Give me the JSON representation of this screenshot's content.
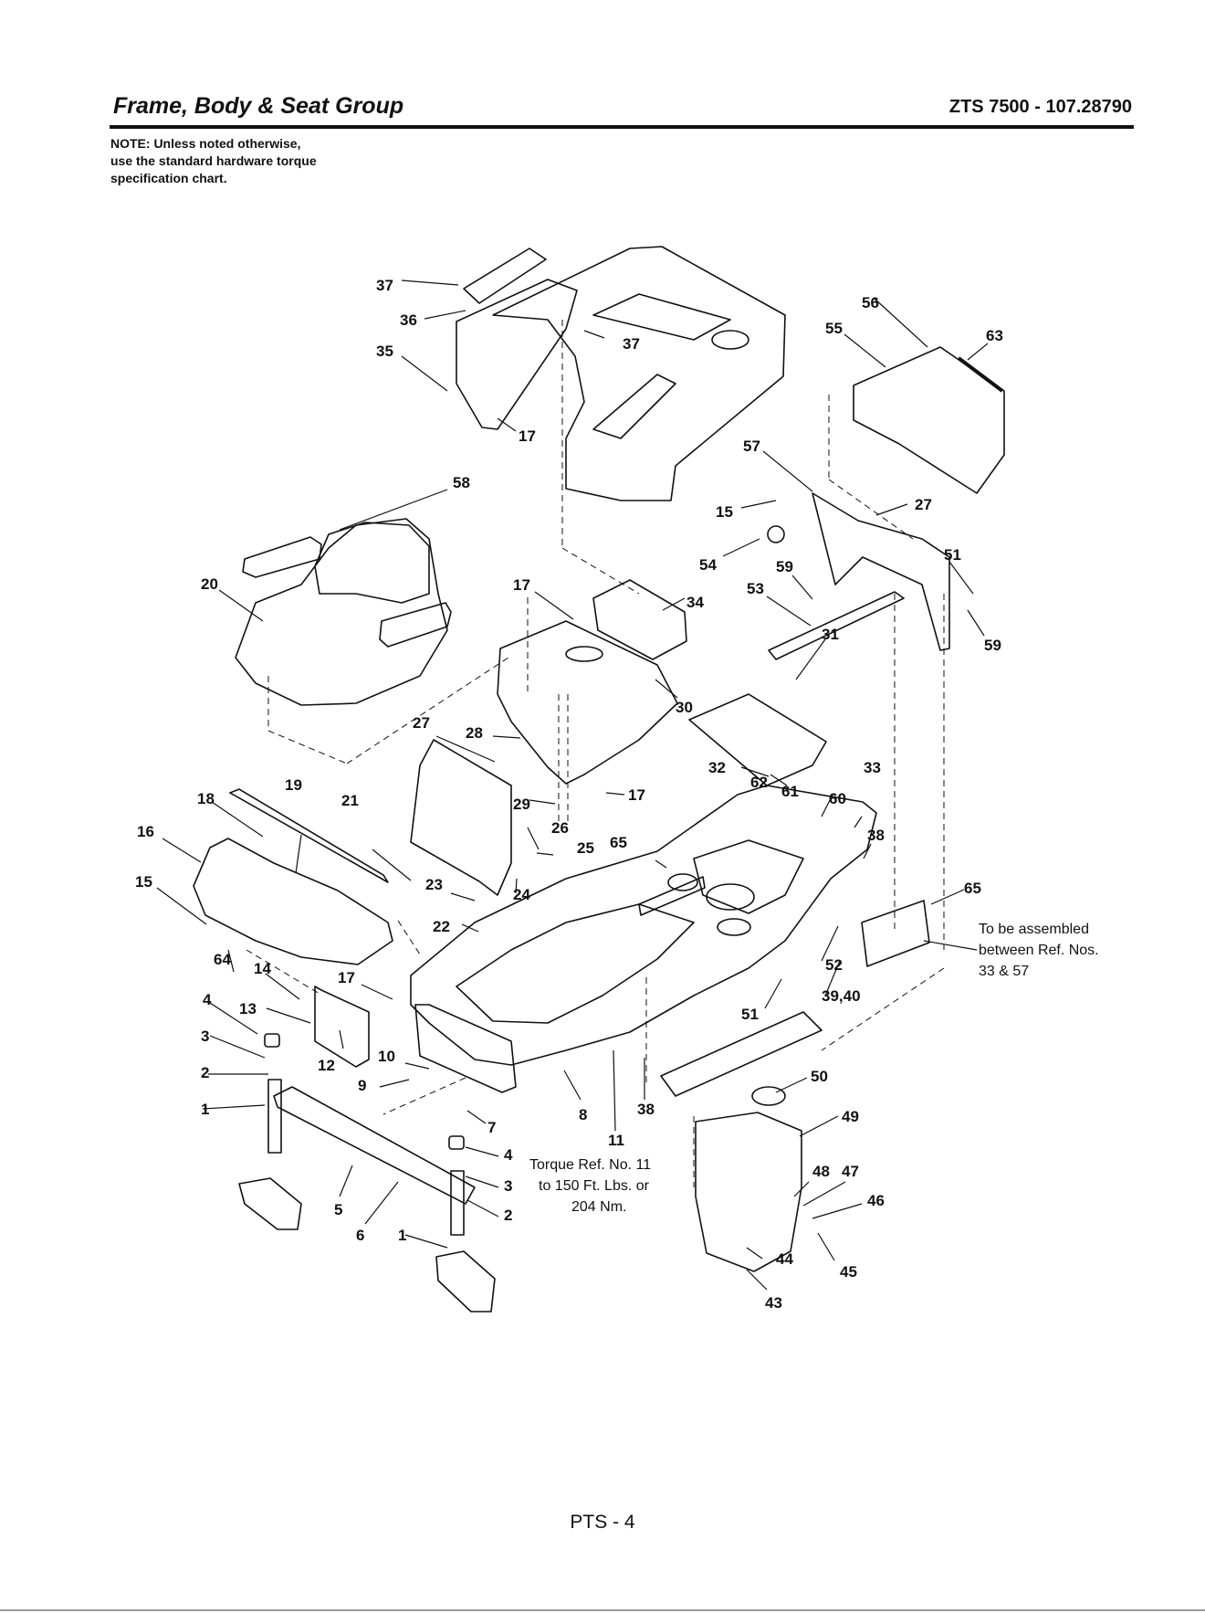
{
  "header": {
    "title": "Frame, Body & Seat Group",
    "model": "ZTS 7500 - 107.28790"
  },
  "note": {
    "line1": "NOTE: Unless noted otherwise,",
    "line2": "use the standard hardware torque",
    "line3": "specification chart."
  },
  "notes": {
    "assembly": [
      "To be assembled",
      "between Ref. Nos.",
      "33 & 57"
    ],
    "torque": [
      "Torque Ref. No. 11",
      "to 150 Ft. Lbs. or",
      "204 Nm."
    ]
  },
  "callouts": [
    {
      "text": "37"
    },
    {
      "text": "36"
    },
    {
      "text": "35"
    },
    {
      "text": "37"
    },
    {
      "text": "17"
    },
    {
      "text": "56"
    },
    {
      "text": "55"
    },
    {
      "text": "63"
    },
    {
      "text": "57"
    },
    {
      "text": "27"
    },
    {
      "text": "15"
    },
    {
      "text": "54"
    },
    {
      "text": "59"
    },
    {
      "text": "53"
    },
    {
      "text": "51"
    },
    {
      "text": "59"
    },
    {
      "text": "58"
    },
    {
      "text": "20"
    },
    {
      "text": "17"
    },
    {
      "text": "34"
    },
    {
      "text": "31"
    },
    {
      "text": "30"
    },
    {
      "text": "27"
    },
    {
      "text": "28"
    },
    {
      "text": "29"
    },
    {
      "text": "17"
    },
    {
      "text": "32"
    },
    {
      "text": "62"
    },
    {
      "text": "61"
    },
    {
      "text": "60"
    },
    {
      "text": "33"
    },
    {
      "text": "38"
    },
    {
      "text": "19"
    },
    {
      "text": "21"
    },
    {
      "text": "18"
    },
    {
      "text": "16"
    },
    {
      "text": "26"
    },
    {
      "text": "25"
    },
    {
      "text": "65"
    },
    {
      "text": "15"
    },
    {
      "text": "23"
    },
    {
      "text": "24"
    },
    {
      "text": "65"
    },
    {
      "text": "22"
    },
    {
      "text": "64"
    },
    {
      "text": "14"
    },
    {
      "text": "17"
    },
    {
      "text": "52"
    },
    {
      "text": "4"
    },
    {
      "text": "13"
    },
    {
      "text": "39,40"
    },
    {
      "text": "51"
    },
    {
      "text": "3"
    },
    {
      "text": "12"
    },
    {
      "text": "10"
    },
    {
      "text": "2"
    },
    {
      "text": "9"
    },
    {
      "text": "50"
    },
    {
      "text": "1"
    },
    {
      "text": "8"
    },
    {
      "text": "38"
    },
    {
      "text": "49"
    },
    {
      "text": "7"
    },
    {
      "text": "11"
    },
    {
      "text": "4"
    },
    {
      "text": "3"
    },
    {
      "text": "48"
    },
    {
      "text": "47"
    },
    {
      "text": "46"
    },
    {
      "text": "5"
    },
    {
      "text": "2"
    },
    {
      "text": "6"
    },
    {
      "text": "1"
    },
    {
      "text": "44"
    },
    {
      "text": "45"
    },
    {
      "text": "43"
    }
  ],
  "footer": {
    "page": "PTS - 4"
  }
}
